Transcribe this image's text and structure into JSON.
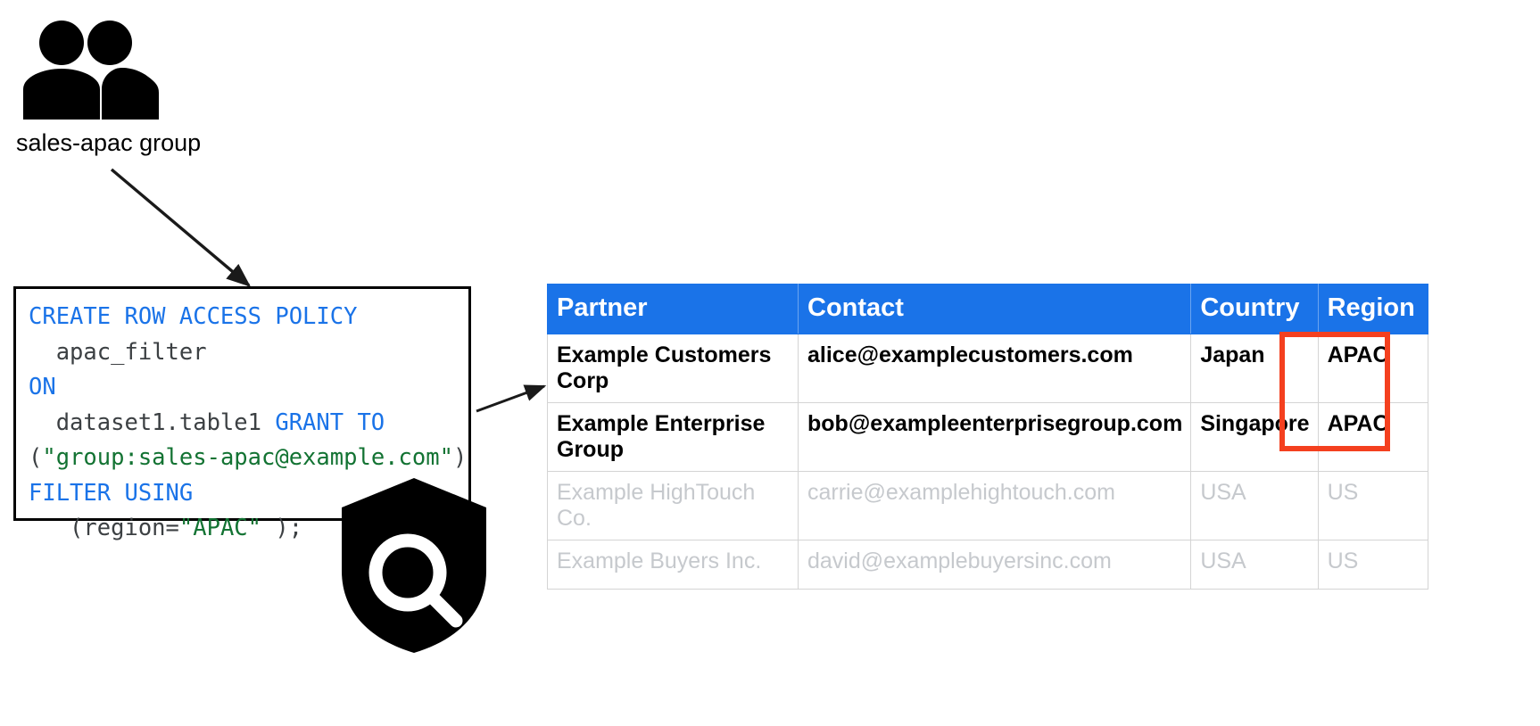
{
  "group": {
    "icon": "people-group-icon",
    "label": "sales-apac group"
  },
  "policy": {
    "icon": "shield-search-icon",
    "lines": [
      [
        {
          "t": "CREATE ROW ACCESS POLICY",
          "c": "kw"
        }
      ],
      [
        {
          "t": "  apac_filter",
          "c": "id"
        }
      ],
      [
        {
          "t": "ON",
          "c": "kw"
        }
      ],
      [
        {
          "t": "  dataset1.table1 ",
          "c": "id"
        },
        {
          "t": "GRANT TO",
          "c": "kw"
        }
      ],
      [
        {
          "t": "(",
          "c": "pun"
        },
        {
          "t": "\"group:sales-apac@example.com\"",
          "c": "str"
        },
        {
          "t": ")",
          "c": "pun"
        }
      ],
      [
        {
          "t": "FILTER USING",
          "c": "kw"
        }
      ],
      [
        {
          "t": "   (region=",
          "c": "id"
        },
        {
          "t": "\"APAC\"",
          "c": "str"
        },
        {
          "t": " );",
          "c": "id"
        }
      ]
    ]
  },
  "table": {
    "columns": [
      "Partner",
      "Contact",
      "Country",
      "Region"
    ],
    "rows": [
      {
        "state": "active",
        "cells": [
          "Example Customers Corp",
          "alice@examplecustomers.com",
          "Japan",
          "APAC"
        ]
      },
      {
        "state": "active",
        "cells": [
          "Example Enterprise Group",
          "bob@exampleenterprisegroup.com",
          "Singapore",
          "APAC"
        ]
      },
      {
        "state": "dim",
        "cells": [
          "Example HighTouch Co.",
          "carrie@examplehightouch.com",
          "USA",
          "US"
        ]
      },
      {
        "state": "dim",
        "cells": [
          "Example Buyers Inc.",
          "david@examplebuyersinc.com",
          "USA",
          "US"
        ]
      }
    ]
  },
  "colors": {
    "header_blue": "#1a73e8",
    "highlight_red": "#f4401f",
    "keyword_blue": "#1a73e8",
    "string_green": "#137333",
    "dim_grey": "#c6c9cd"
  },
  "annotations": {
    "arrow_group_to_policy": "arrow-group-to-policy",
    "arrow_policy_to_table": "arrow-policy-to-table"
  }
}
